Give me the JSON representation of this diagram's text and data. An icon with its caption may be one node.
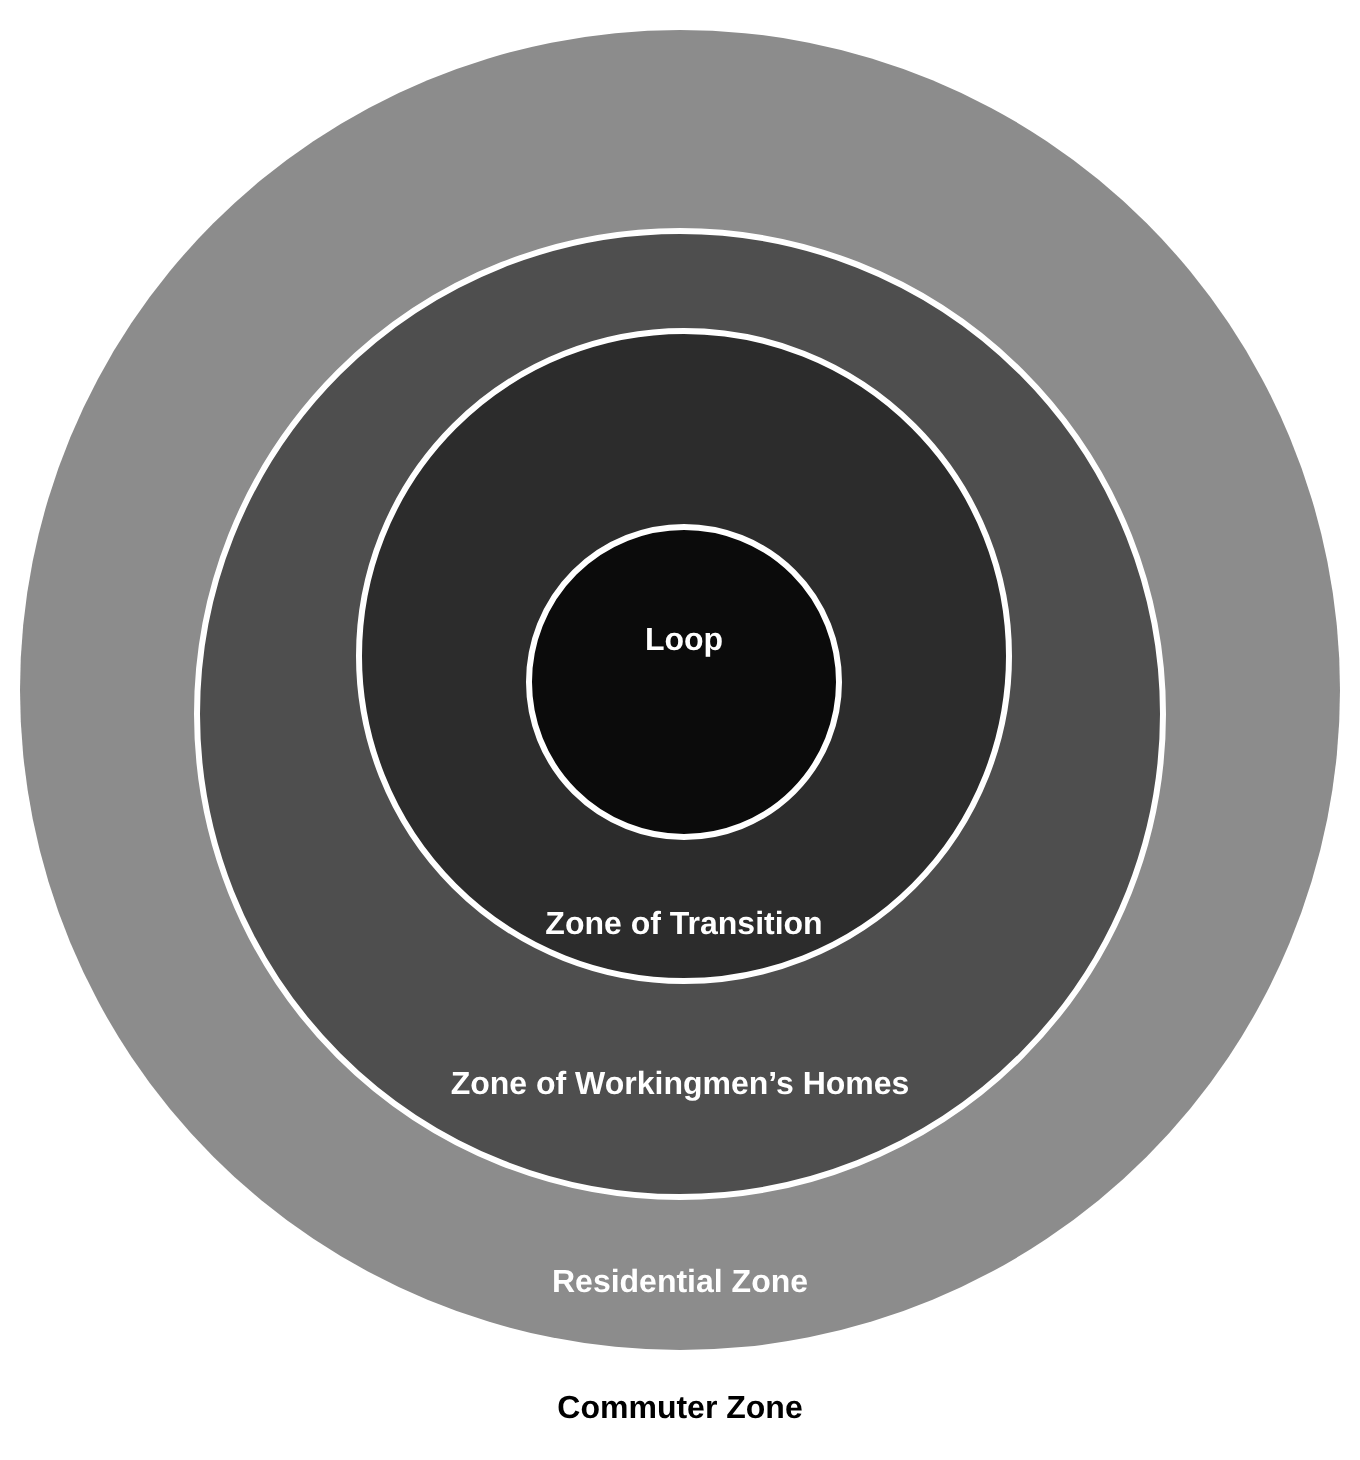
{
  "diagram": {
    "nodes": [
      {
        "text": [
          "Residential Zone"
        ]
      },
      {
        "text": [
          "Zone of Workingmen’s Homes"
        ],
        "in": 0
      },
      {
        "text": [
          "Zone of Transition"
        ],
        "in": 1
      },
      {
        "text": [
          "Loop"
        ],
        "in": 2
      }
    ],
    "labels": [
      "Commuter Zone"
    ]
  }
}
